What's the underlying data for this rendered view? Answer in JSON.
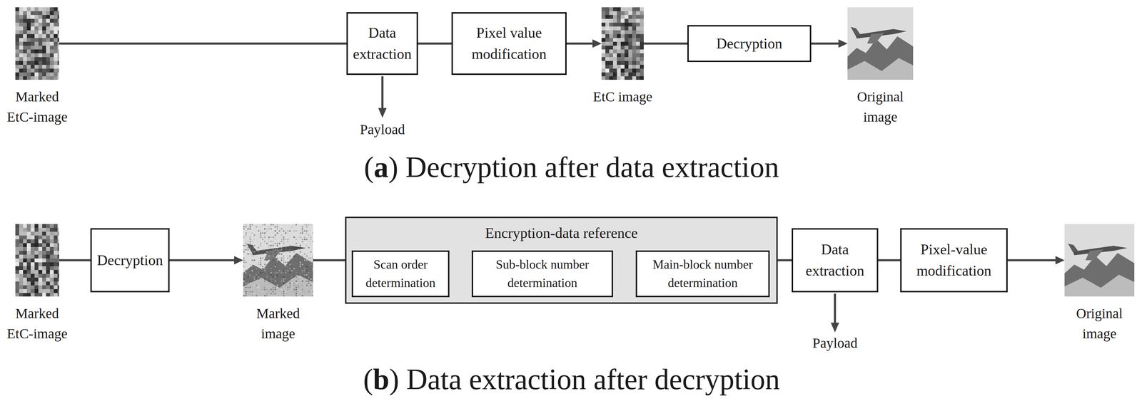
{
  "diagram": {
    "nodes": [
      {
        "text": [
          "Marked EtC-image"
        ]
      },
      {
        "text": [
          "Data extraction"
        ]
      },
      {
        "text": [
          "Pixel value modification"
        ]
      },
      {
        "text": [
          "EtC image"
        ]
      },
      {
        "text": [
          "Decryption"
        ]
      },
      {
        "text": [
          "Original image"
        ]
      },
      {
        "text": [
          "Marked EtC-image"
        ]
      },
      {
        "text": [
          "Decryption"
        ]
      },
      {
        "text": [
          "Marked image"
        ]
      },
      {
        "text": [
          "Encryption-data reference"
        ]
      },
      {
        "text": [
          "Scan order determination"
        ],
        "in": 9
      },
      {
        "text": [
          "Sub-block number determination"
        ],
        "in": 9
      },
      {
        "text": [
          "Main-block number determination"
        ],
        "in": 9
      },
      {
        "text": [
          "Data extraction"
        ]
      },
      {
        "text": [
          "Pixel-value modification"
        ]
      },
      {
        "text": [
          "Original image"
        ]
      }
    ],
    "edges": [
      {
        "from": 0,
        "to": 1,
        "arrow": "none"
      },
      {
        "from": 1,
        "to": 2,
        "arrow": "none"
      },
      {
        "from": 2,
        "to": 3,
        "arrow": "to"
      },
      {
        "from": 3,
        "to": 4,
        "arrow": "none"
      },
      {
        "from": 4,
        "to": 5,
        "arrow": "to"
      },
      {
        "from": 6,
        "to": 7,
        "arrow": "none"
      },
      {
        "from": 7,
        "to": 8,
        "arrow": "to"
      },
      {
        "from": 8,
        "to": 9,
        "arrow": "none"
      },
      {
        "from": 10,
        "to": 11,
        "arrow": "none"
      },
      {
        "from": 11,
        "to": 12,
        "arrow": "to"
      },
      {
        "from": 9,
        "to": 13,
        "arrow": "none"
      },
      {
        "from": 13,
        "to": 14,
        "arrow": "none"
      },
      {
        "from": 14,
        "to": 15,
        "arrow": "to"
      }
    ],
    "labels": [
      "Payload",
      "(a) Decryption after data extraction",
      "Payload",
      "(b) Data extraction after decryption"
    ]
  }
}
